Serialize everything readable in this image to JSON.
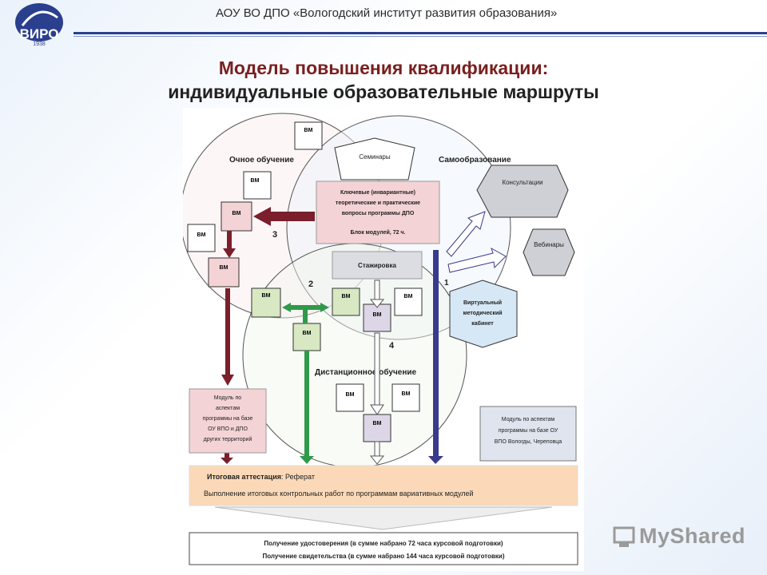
{
  "header": {
    "title": "АОУ ВО ДПО «Вологодский институт развития образования»",
    "logo_text": "ВИРО",
    "logo_year": "1938"
  },
  "title": {
    "line1": "Модель повышения квалификации:",
    "line2": "индивидуальные образовательные маршруты"
  },
  "diagram": {
    "circle_labels": {
      "ochnoe": "Очное обучение",
      "samo": "Самообразование",
      "distance": "Дистанционное обучение"
    },
    "seminars": "Семинары",
    "consultations": "Консультации",
    "webinars": "Вебинары",
    "virtual_cabinet": [
      "Виртуальный",
      "методический",
      "кабинет"
    ],
    "core_block": [
      "Ключевые (инвариантные)",
      "теоретические и практические",
      "вопросы программы ДПО",
      "Блок модулей, 72 ч."
    ],
    "internship": "Стажировка",
    "vm": "ВМ",
    "numbers": [
      "1",
      "2",
      "3",
      "4"
    ],
    "module_other": [
      "Модуль по",
      "аспектам",
      "программы на базе",
      "ОУ ВПО и ДПО",
      "других территорий"
    ],
    "module_local": [
      "Модуль по аспектам",
      "программы на базе ОУ",
      "ВПО Вологды, Череповца"
    ],
    "final_label": "Итоговая аттестация",
    "final_suffix": ": Реферат",
    "final_line2": "Выполнение итоговых контрольных работ по программам вариативных модулей",
    "result1": "Получение удостоверения (в сумме набрано 72 часа курсовой подготовки)",
    "result2": "Получение свидетельства (в сумме набрано 144 часа курсовой подготовки)"
  },
  "watermark": "MyShared",
  "colors": {
    "header_line": "#2b3f8f",
    "title_red": "#7a1f1f",
    "pink_box": "#f4d3d6",
    "green_box": "#d7e8c3",
    "lilac_box": "#dcd6e6",
    "blue_shape": "#d6e7f5",
    "orange_band": "#fbd9b8",
    "red_arrow": "#7a1f2b",
    "green_arrow": "#2f9a4a",
    "blue_arrow": "#3a3a8c"
  }
}
